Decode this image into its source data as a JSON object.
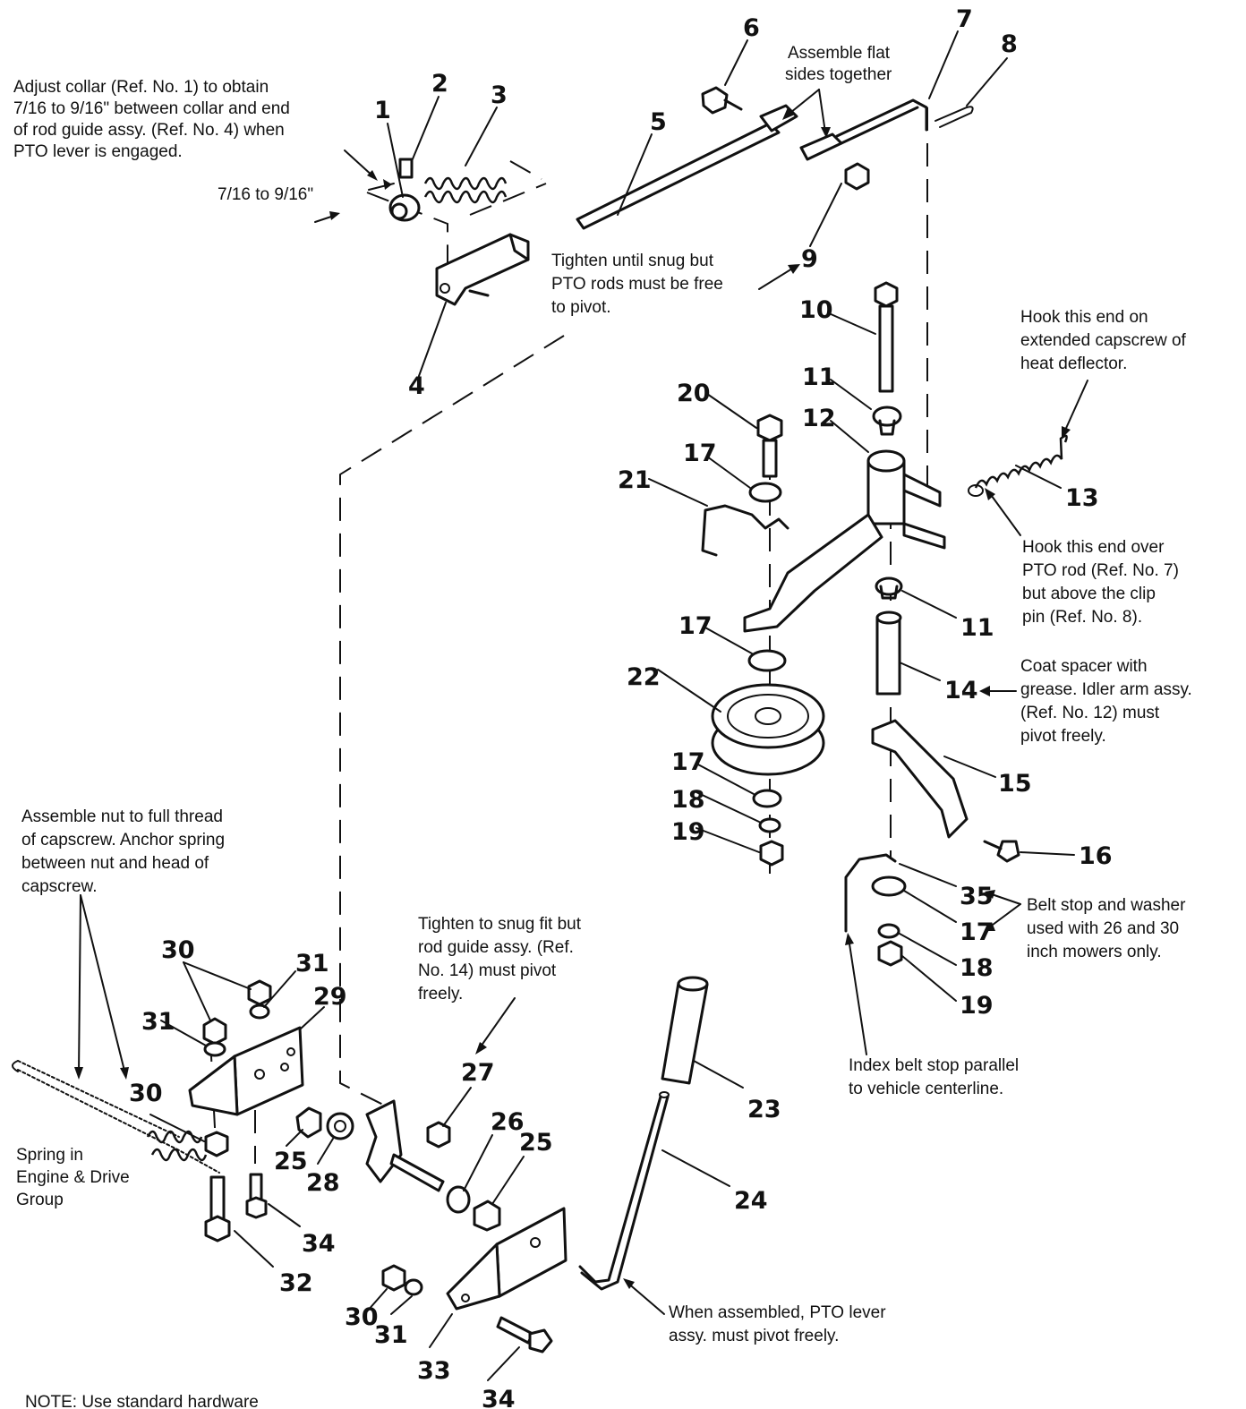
{
  "notes": {
    "collar_adjust": [
      "Adjust collar (Ref. No. 1) to obtain",
      "7/16 to 9/16\" between collar and end",
      "of rod guide assy. (Ref. No. 4) when",
      "PTO lever is engaged."
    ],
    "dimension": "7/16 to 9/16\"",
    "flat_sides": [
      "Assemble flat",
      "sides together"
    ],
    "tighten_snug": [
      "Tighten until snug but",
      "PTO rods must be free",
      "to pivot."
    ],
    "hook_capscrew": [
      "Hook this end on",
      "extended capscrew of",
      "heat deflector."
    ],
    "hook_rod": [
      "Hook this end over",
      "PTO rod (Ref. No. 7)",
      "but above the clip",
      "pin (Ref. No. 8)."
    ],
    "coat_spacer": [
      "Coat spacer with",
      "grease. Idler arm assy.",
      "(Ref. No. 12) must",
      "pivot freely."
    ],
    "belt_stop": [
      "Belt stop and washer",
      "used with 26 and 30",
      "inch mowers only."
    ],
    "index_belt": [
      "Index belt stop parallel",
      "to vehicle centerline."
    ],
    "assemble_nut": [
      "Assemble nut to full thread",
      "of capscrew. Anchor spring",
      "between nut and head of",
      "capscrew."
    ],
    "tighten_fit": [
      "Tighten to snug fit but",
      "rod guide assy. (Ref.",
      "No. 14) must pivot",
      "freely."
    ],
    "spring_group": [
      "Spring in",
      "Engine & Drive",
      "Group"
    ],
    "lever_pivot": [
      "When assembled, PTO lever",
      "assy. must pivot freely."
    ],
    "footnote": "NOTE: Use standard hardware"
  },
  "callouts": [
    "1",
    "2",
    "3",
    "4",
    "5",
    "6",
    "7",
    "8",
    "9",
    "10",
    "11",
    "12",
    "20",
    "17",
    "21",
    "11",
    "13",
    "17",
    "22",
    "14",
    "15",
    "17",
    "18",
    "19",
    "16",
    "35",
    "17",
    "18",
    "19",
    "30",
    "31",
    "29",
    "31",
    "30",
    "27",
    "26",
    "25",
    "23",
    "25",
    "28",
    "34",
    "24",
    "32",
    "30",
    "31",
    "33",
    "34"
  ]
}
